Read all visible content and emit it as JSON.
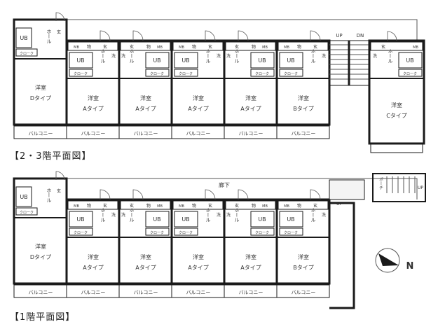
{
  "plans": [
    {
      "title": "【2・3階平面図】",
      "corridor_label": "",
      "stairs": {
        "up": "UP",
        "dn": "DN"
      },
      "units": [
        {
          "room": "洋室",
          "type": "Dタイプ",
          "ub": "UB",
          "closet": "クローク",
          "hall": "ホール",
          "balcony": "バルコニー",
          "entry": "玄"
        },
        {
          "room": "洋室",
          "type": "Aタイプ",
          "ub": "UB",
          "closet": "クローク",
          "hall": "ホール",
          "balcony": "バルコニー",
          "mb": "MB",
          "storage": "物",
          "entry": "玄",
          "wash": "洗"
        },
        {
          "room": "洋室",
          "type": "Aタイプ",
          "ub": "UB",
          "closet": "クローク",
          "hall": "ホール",
          "balcony": "バルコニー",
          "mb": "MB",
          "storage": "物",
          "entry": "玄",
          "wash": "洗"
        },
        {
          "room": "洋室",
          "type": "Aタイプ",
          "ub": "UB",
          "closet": "クローク",
          "hall": "ホール",
          "balcony": "バルコニー",
          "mb": "MB",
          "storage": "物",
          "entry": "玄",
          "wash": "洗"
        },
        {
          "room": "洋室",
          "type": "Aタイプ",
          "ub": "UB",
          "closet": "クローク",
          "hall": "ホール",
          "balcony": "バルコニー",
          "mb": "MB",
          "storage": "物",
          "entry": "玄",
          "wash": "洗"
        },
        {
          "room": "洋室",
          "type": "Bタイプ",
          "ub": "UB",
          "closet": "クローク",
          "hall": "ホール",
          "balcony": "バルコニー",
          "mb": "MB",
          "storage": "物",
          "entry": "玄",
          "wash": "洗"
        }
      ],
      "end_unit": {
        "room": "洋室",
        "type": "Cタイプ",
        "ub": "UB",
        "closet": "クローク",
        "hall": "ホール",
        "mb": "MB",
        "entry": "玄",
        "wash": "洗"
      }
    },
    {
      "title": "【1階平面図】",
      "corridor_label": "廊下",
      "stairs": {
        "up": "UP",
        "porch": "ポーチ"
      },
      "units": [
        {
          "room": "洋室",
          "type": "Dタイプ",
          "ub": "UB",
          "closet": "クローク",
          "hall": "ホール",
          "balcony": "バルコニー",
          "entry": "玄"
        },
        {
          "room": "洋室",
          "type": "Aタイプ",
          "ub": "UB",
          "closet": "クローク",
          "hall": "ホール",
          "balcony": "バルコニー",
          "mb": "MB",
          "storage": "物",
          "entry": "玄",
          "wash": "洗"
        },
        {
          "room": "洋室",
          "type": "Aタイプ",
          "ub": "UB",
          "closet": "クローク",
          "hall": "ホール",
          "balcony": "バルコニー",
          "mb": "MB",
          "storage": "物",
          "entry": "玄",
          "wash": "洗"
        },
        {
          "room": "洋室",
          "type": "Aタイプ",
          "ub": "UB",
          "closet": "クローク",
          "hall": "ホール",
          "balcony": "バルコニー",
          "mb": "MB",
          "storage": "物",
          "entry": "玄",
          "wash": "洗"
        },
        {
          "room": "洋室",
          "type": "Aタイプ",
          "ub": "UB",
          "closet": "クローク",
          "hall": "ホール",
          "balcony": "バルコニー",
          "mb": "MB",
          "storage": "物",
          "entry": "玄",
          "wash": "洗"
        },
        {
          "room": "洋室",
          "type": "Bタイプ",
          "ub": "UB",
          "closet": "クローク",
          "hall": "ホール",
          "balcony": "バルコニー",
          "mb": "MB",
          "storage": "物",
          "entry": "玄",
          "wash": "洗"
        }
      ]
    }
  ],
  "compass": {
    "label": "N",
    "icon": "north-arrow-icon"
  },
  "colors": {
    "wall": "#1a1a1a",
    "line": "#555555",
    "bg": "#ffffff"
  }
}
